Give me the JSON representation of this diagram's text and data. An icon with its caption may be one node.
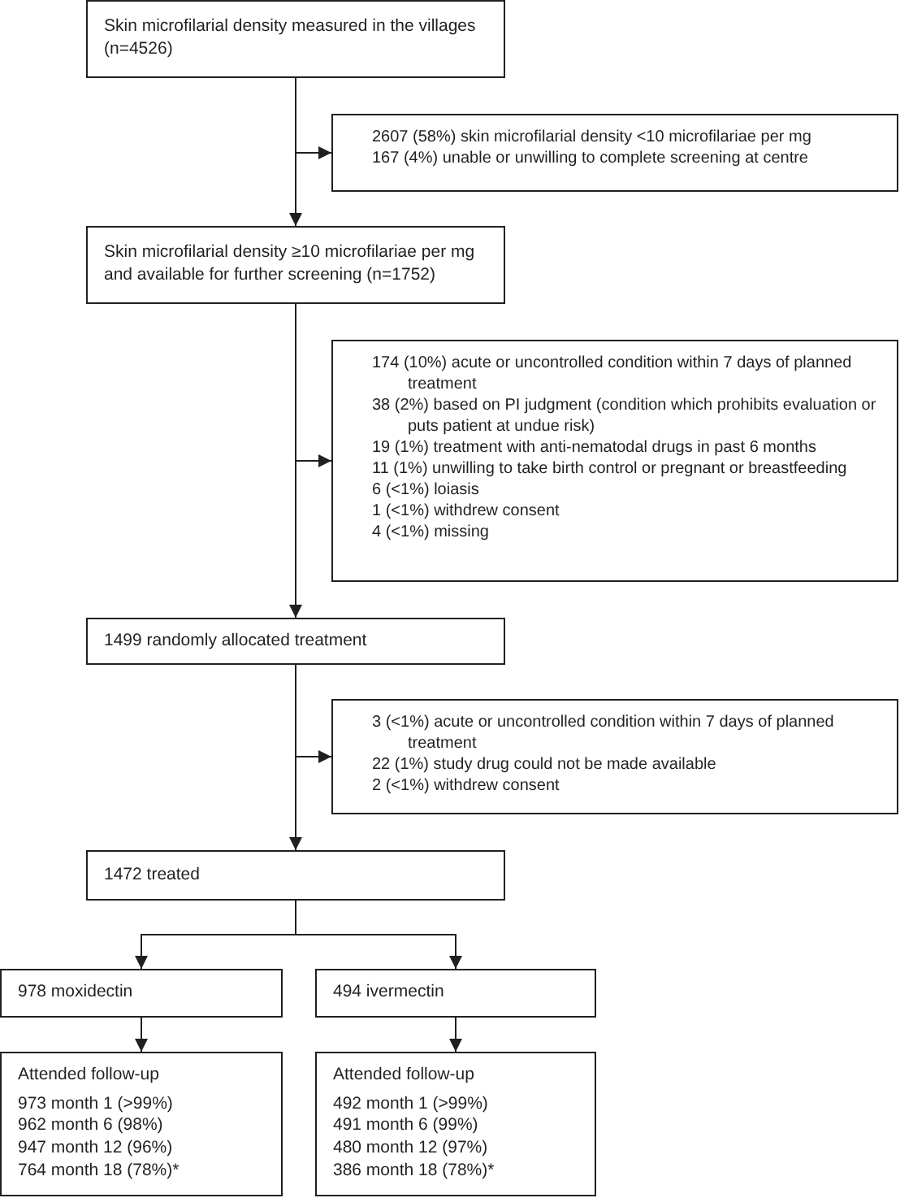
{
  "diagram": {
    "nodes": [
      {
        "text": [
          "Skin microfilarial density measured in the villages (n=4526)"
        ]
      },
      {
        "text": [
          "2607 (58%) skin microfilarial density <10 microfilariae per mg",
          "167 (4%) unable or unwilling to complete screening at centre"
        ]
      },
      {
        "text": [
          "Skin microfilarial density ≥10 microfilariae per mg and available for further screening (n=1752)"
        ]
      },
      {
        "text": [
          "174 (10%) acute or uncontrolled condition within 7 days of planned treatment",
          "38 (2%) based on PI judgment (condition which prohibits evaluation or puts patient at undue risk)",
          "19 (1%) treatment with anti-nematodal drugs in past 6 months",
          "11 (1%) unwilling to take birth control or pregnant or breastfeeding",
          "6 (<1%) loiasis",
          "1 (<1%) withdrew consent",
          "4 (<1%) missing"
        ]
      },
      {
        "text": [
          "1499 randomly allocated treatment"
        ]
      },
      {
        "text": [
          "3 (<1%) acute or uncontrolled condition within 7 days of planned treatment",
          "22 (1%) study drug could not be made available",
          "2 (<1%) withdrew consent"
        ]
      },
      {
        "text": [
          "1472 treated"
        ]
      },
      {
        "text": [
          "978 moxidectin"
        ]
      },
      {
        "text": [
          "494 ivermectin"
        ]
      },
      {
        "text": [
          "Attended follow-up",
          "973 month 1 (>99%)",
          "962 month 6 (98%)",
          "947 month 12 (96%)",
          "764 month 18 (78%)*"
        ]
      },
      {
        "text": [
          "Attended follow-up",
          "492 month 1 (>99%)",
          "491 month 6 (99%)",
          "480 month 12 (97%)",
          "386 month 18 (78%)*"
        ]
      }
    ],
    "edges": [
      {
        "from": 0,
        "to": 2,
        "arrow": "to"
      },
      {
        "from": 0,
        "to": 1,
        "arrow": "to"
      },
      {
        "from": 2,
        "to": 4,
        "arrow": "to"
      },
      {
        "from": 2,
        "to": 3,
        "arrow": "to"
      },
      {
        "from": 4,
        "to": 6,
        "arrow": "to"
      },
      {
        "from": 4,
        "to": 5,
        "arrow": "to"
      },
      {
        "from": 6,
        "to": 7,
        "arrow": "to"
      },
      {
        "from": 6,
        "to": 8,
        "arrow": "to"
      },
      {
        "from": 7,
        "to": 9,
        "arrow": "to"
      },
      {
        "from": 8,
        "to": 10,
        "arrow": "to"
      }
    ]
  }
}
